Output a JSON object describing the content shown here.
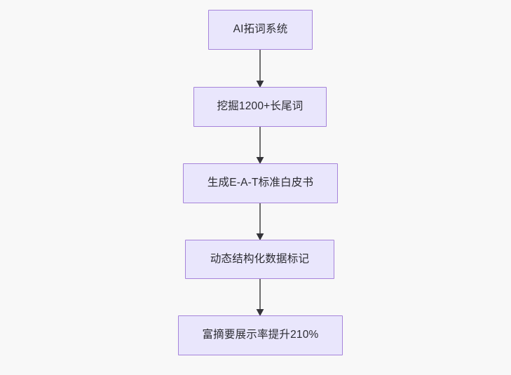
{
  "diagram": {
    "background_color": "#f8f8f8",
    "node_fill_color": "#e9e6fc",
    "node_border_color": "#a683da",
    "node_text_color": "#2c2c32",
    "edge_color": "#6e6e6e",
    "arrowhead_color": "#333338",
    "orientation": "top-to-bottom",
    "nodes": [
      {
        "id": "n1",
        "label": "AI拓词系统"
      },
      {
        "id": "n2",
        "label": "挖掘1200+长尾词"
      },
      {
        "id": "n3",
        "label": "生成E-A-T标准白皮书"
      },
      {
        "id": "n4",
        "label": "动态结构化数据标记"
      },
      {
        "id": "n5",
        "label": "富摘要展示率提升210%"
      }
    ],
    "edges": [
      {
        "id": "e1",
        "from": "n1",
        "to": "n2",
        "label": "",
        "arrow": "arrow-down-icon"
      },
      {
        "id": "e2",
        "from": "n2",
        "to": "n3",
        "label": "",
        "arrow": "arrow-down-icon"
      },
      {
        "id": "e3",
        "from": "n3",
        "to": "n4",
        "label": "",
        "arrow": "arrow-down-icon"
      },
      {
        "id": "e4",
        "from": "n4",
        "to": "n5",
        "label": "",
        "arrow": "arrow-down-icon"
      }
    ]
  }
}
